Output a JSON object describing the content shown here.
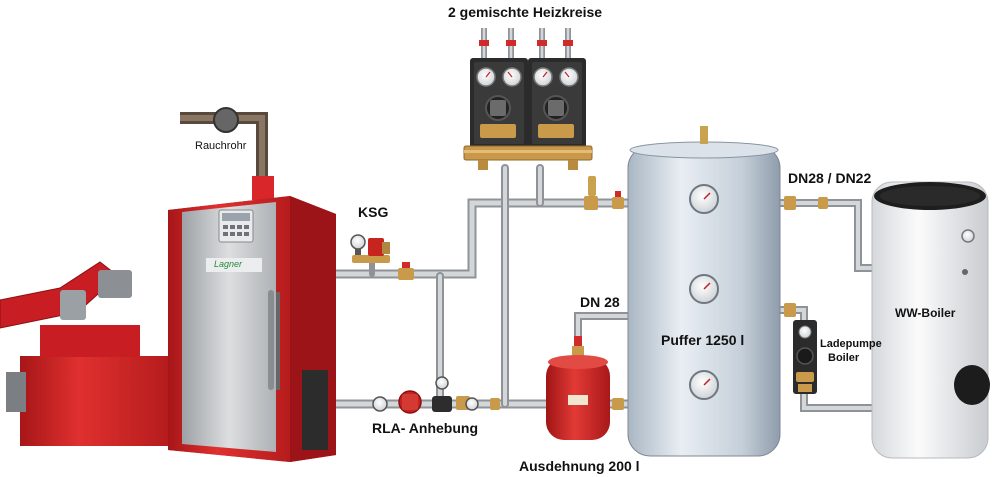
{
  "labels": {
    "heating_circuits": "2 gemischte Heizkreise",
    "flue_pipe": "Rauchrohr",
    "ksg": "KSG",
    "rla": "RLA- Anhebung",
    "dn28_left": "DN 28",
    "dn28_dn22": "DN28 / DN22",
    "buffer": "Puffer 1250 l",
    "expansion": "Ausdehnung 200 l",
    "ww_boiler": "WW-Boiler",
    "charge_pump_line1": "Ladepumpe",
    "charge_pump_line2": "Boiler",
    "brand": "Lagner"
  },
  "colors": {
    "boiler_red": "#d9262a",
    "boiler_grey": "#c8cacc",
    "pipe": "#b9bcc0",
    "buffer_tank": "#c9d3dd",
    "ww_boiler": "#f2f2f2",
    "expansion_red": "#d4201f",
    "pump_station": "#2b2b2b",
    "brass": "#c89a4a"
  }
}
